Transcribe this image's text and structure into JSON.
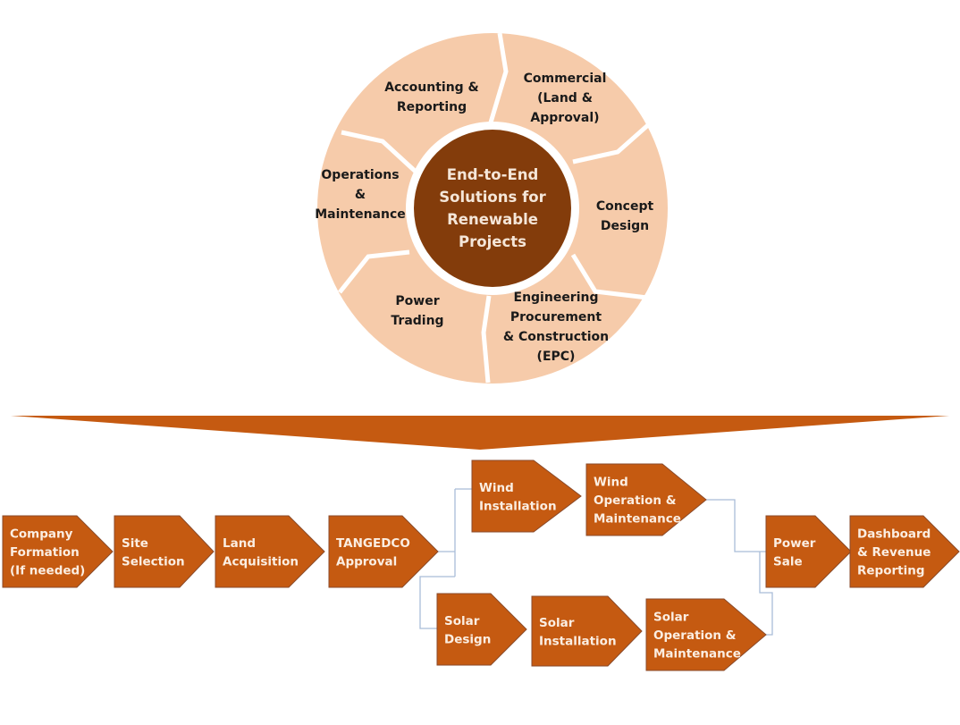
{
  "colors": {
    "segment_fill": "#f6cbaa",
    "segment_divider": "#ffffff",
    "hub_fill": "#833c0b",
    "hub_text": "#f5e6d8",
    "segment_text": "#1a1a1a",
    "banner_arrow": "#c55a11",
    "step_fill": "#c55a11",
    "step_border": "#8a4a2a",
    "step_text": "#fbeee2",
    "connector": "#a9bcd8"
  },
  "wheel": {
    "hub_lines": [
      "End-to-End",
      "Solutions for",
      "Renewable",
      "Projects"
    ],
    "segments": [
      {
        "id": "commercial",
        "lines": [
          "Commercial",
          "(Land &",
          "Approval)"
        ]
      },
      {
        "id": "concept-design",
        "lines": [
          "Concept",
          "Design"
        ]
      },
      {
        "id": "epc",
        "lines": [
          "Engineering",
          "Procurement",
          "& Construction",
          "(EPC)"
        ]
      },
      {
        "id": "power-trading",
        "lines": [
          "Power",
          "Trading"
        ]
      },
      {
        "id": "operations-maintenance",
        "lines": [
          "Operations",
          "&",
          "Maintenance"
        ]
      },
      {
        "id": "accounting-reporting",
        "lines": [
          "Accounting &",
          "Reporting"
        ]
      }
    ]
  },
  "flow": {
    "steps": [
      {
        "id": "company-formation",
        "lines": [
          "Company",
          "Formation",
          "(If needed)"
        ]
      },
      {
        "id": "site-selection",
        "lines": [
          "Site",
          "Selection"
        ]
      },
      {
        "id": "land-acquisition",
        "lines": [
          "Land",
          "Acquisition"
        ]
      },
      {
        "id": "tangedco-approval",
        "lines": [
          "TANGEDCO",
          "Approval"
        ]
      },
      {
        "id": "wind-installation",
        "lines": [
          "Wind",
          "Installation"
        ]
      },
      {
        "id": "wind-om",
        "lines": [
          "Wind",
          "Operation &",
          "Maintenance"
        ]
      },
      {
        "id": "solar-design",
        "lines": [
          "Solar",
          "Design"
        ]
      },
      {
        "id": "solar-installation",
        "lines": [
          "Solar",
          "Installation"
        ]
      },
      {
        "id": "solar-om",
        "lines": [
          "Solar",
          "Operation &",
          "Maintenance"
        ]
      },
      {
        "id": "power-sale",
        "lines": [
          "Power",
          "Sale"
        ]
      },
      {
        "id": "dashboard-revenue",
        "lines": [
          "Dashboard",
          "& Revenue",
          "Reporting"
        ]
      }
    ]
  }
}
